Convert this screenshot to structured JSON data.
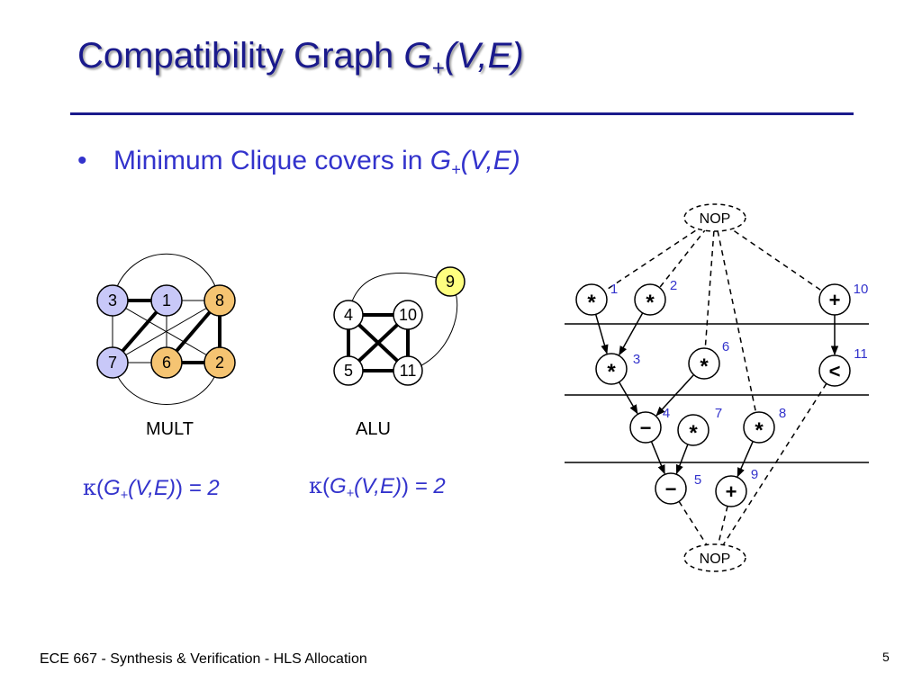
{
  "title": {
    "text": "Compatibility Graph ",
    "math": "G",
    "sub": "+",
    "args": "(V,E)"
  },
  "bullet": {
    "marker": "•",
    "text": "Minimum Clique covers in ",
    "math": "G",
    "sub": "+",
    "args": "(V,E)"
  },
  "colors": {
    "title": "#1a1a8c",
    "text": "#3333cc",
    "blue_node": "#c8c8f8",
    "orange_node": "#f5c472",
    "yellow_node": "#ffff80",
    "number": "#3333cc"
  },
  "mult_graph": {
    "caption": "MULT",
    "kappa": {
      "k": "κ",
      "open": "(",
      "math": "G",
      "sub": "+",
      "args": "(V,E)",
      "close": ")",
      "eq": " = 2"
    },
    "nodes": [
      {
        "id": "3",
        "fill": "blue"
      },
      {
        "id": "1",
        "fill": "blue"
      },
      {
        "id": "8",
        "fill": "orange"
      },
      {
        "id": "7",
        "fill": "blue"
      },
      {
        "id": "6",
        "fill": "orange"
      },
      {
        "id": "2",
        "fill": "orange"
      }
    ],
    "edges": [
      {
        "from": "3",
        "to": "1",
        "bold": true
      },
      {
        "from": "3",
        "to": "7",
        "bold": false
      },
      {
        "from": "1",
        "to": "7",
        "bold": true
      },
      {
        "from": "3",
        "to": "2",
        "bold": false
      },
      {
        "from": "1",
        "to": "6",
        "bold": false
      },
      {
        "from": "1",
        "to": "8",
        "bold": false
      },
      {
        "from": "8",
        "to": "6",
        "bold": true
      },
      {
        "from": "8",
        "to": "2",
        "bold": true
      },
      {
        "from": "6",
        "to": "2",
        "bold": true
      },
      {
        "from": "7",
        "to": "6",
        "bold": false
      },
      {
        "from": "7",
        "to": "8",
        "bold": false
      },
      {
        "from": "3",
        "to": "8",
        "bold": false,
        "curve": "top"
      },
      {
        "from": "7",
        "to": "2",
        "bold": false,
        "curve": "bottom"
      }
    ]
  },
  "alu_graph": {
    "caption": "ALU",
    "kappa": {
      "k": "κ",
      "open": "(",
      "math": "G",
      "sub": "+",
      "args": "(V,E)",
      "close": ")",
      "eq": " = 2"
    },
    "nodes": [
      {
        "id": "9",
        "fill": "yellow"
      },
      {
        "id": "4",
        "fill": "white"
      },
      {
        "id": "10",
        "fill": "white"
      },
      {
        "id": "5",
        "fill": "white"
      },
      {
        "id": "11",
        "fill": "white"
      }
    ],
    "edges": [
      {
        "from": "4",
        "to": "10",
        "bold": true
      },
      {
        "from": "4",
        "to": "5",
        "bold": true
      },
      {
        "from": "4",
        "to": "11",
        "bold": true
      },
      {
        "from": "10",
        "to": "5",
        "bold": true
      },
      {
        "from": "10",
        "to": "11",
        "bold": true
      },
      {
        "from": "5",
        "to": "11",
        "bold": true
      },
      {
        "from": "4",
        "to": "9",
        "bold": false,
        "curve": "top"
      },
      {
        "from": "11",
        "to": "9",
        "bold": false,
        "curve": "right"
      }
    ]
  },
  "schedule_graph": {
    "nop_top": "NOP",
    "nop_bottom": "NOP",
    "ops": [
      {
        "id": "1",
        "symbol": "*"
      },
      {
        "id": "2",
        "symbol": "*"
      },
      {
        "id": "10",
        "symbol": "+"
      },
      {
        "id": "3",
        "symbol": "*"
      },
      {
        "id": "6",
        "symbol": "*"
      },
      {
        "id": "11",
        "symbol": "<"
      },
      {
        "id": "4",
        "symbol": "−"
      },
      {
        "id": "7",
        "symbol": "*"
      },
      {
        "id": "8",
        "symbol": "*"
      },
      {
        "id": "5",
        "symbol": "−"
      },
      {
        "id": "9",
        "symbol": "+"
      }
    ],
    "solid_edges": [
      {
        "from": "1",
        "to": "3"
      },
      {
        "from": "2",
        "to": "3"
      },
      {
        "from": "3",
        "to": "4"
      },
      {
        "from": "6",
        "to": "4"
      },
      {
        "from": "4",
        "to": "5"
      },
      {
        "from": "7",
        "to": "5"
      },
      {
        "from": "8",
        "to": "9"
      },
      {
        "from": "10",
        "to": "11"
      }
    ],
    "dashed_edges": [
      {
        "from": "NOP_top",
        "to": "1"
      },
      {
        "from": "NOP_top",
        "to": "2"
      },
      {
        "from": "NOP_top",
        "to": "6"
      },
      {
        "from": "NOP_top",
        "to": "8"
      },
      {
        "from": "NOP_top",
        "to": "10"
      },
      {
        "from": "5",
        "to": "NOP_bottom"
      },
      {
        "from": "9",
        "to": "NOP_bottom"
      },
      {
        "from": "11",
        "to": "NOP_bottom"
      }
    ]
  },
  "footer": "ECE 667 - Synthesis & Verification - HLS Allocation",
  "page_number": "5"
}
